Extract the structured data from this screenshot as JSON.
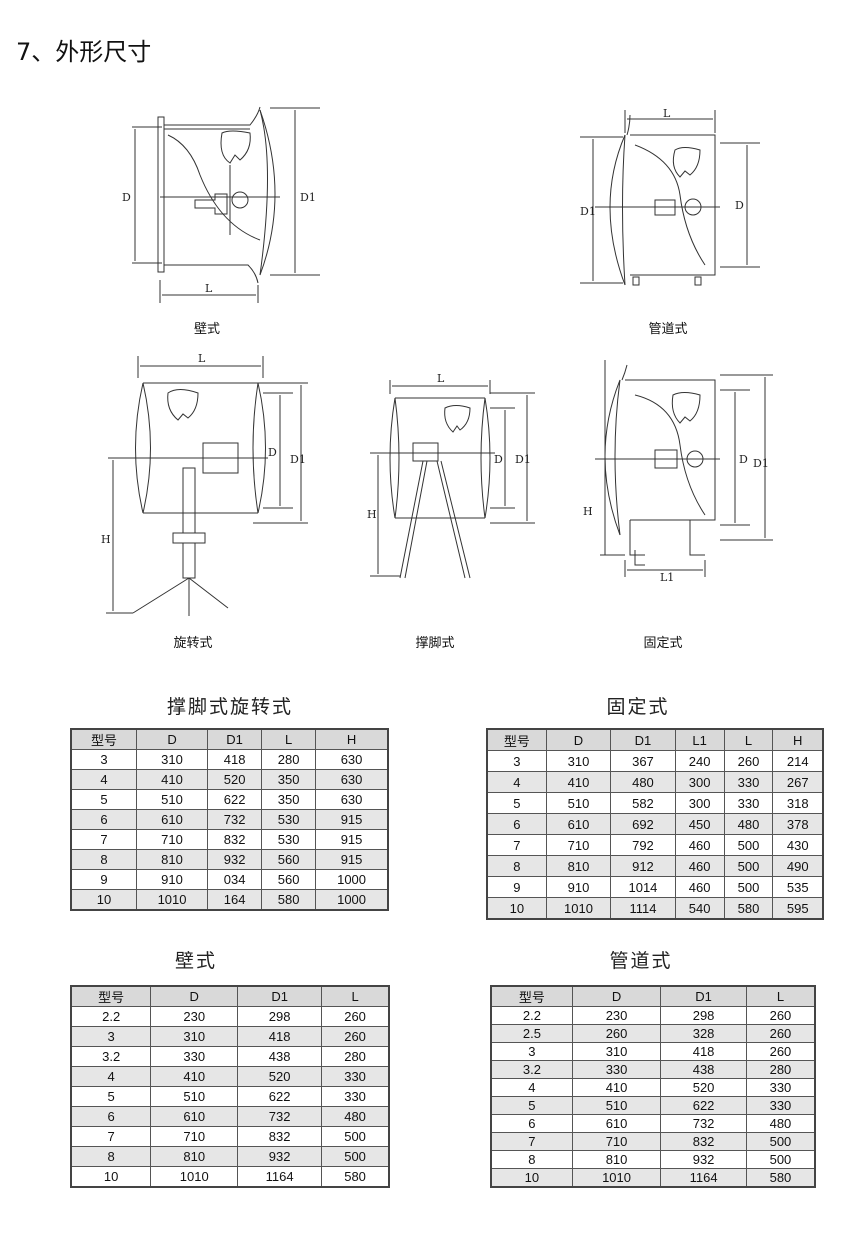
{
  "page_title": "7、外形尺寸",
  "diagrams": {
    "wall": {
      "caption": "壁式",
      "labels": {
        "d": "D",
        "d1": "D1",
        "l": "L"
      }
    },
    "duct": {
      "caption": "管道式",
      "labels": {
        "d": "D",
        "d1": "D1",
        "l": "L"
      }
    },
    "rotary": {
      "caption": "旋转式",
      "labels": {
        "d": "D",
        "d1": "D1",
        "l": "L",
        "h": "H"
      }
    },
    "stand": {
      "caption": "撑脚式",
      "labels": {
        "d": "D",
        "d1": "D1",
        "l": "L",
        "h": "H"
      }
    },
    "fixed": {
      "caption": "固定式",
      "labels": {
        "d": "D",
        "d1": "D1",
        "l1": "L1",
        "h": "H"
      }
    }
  },
  "tables": {
    "stand_rotary": {
      "title": "撑脚式旋转式",
      "headers": [
        "型号",
        "D",
        "D1",
        "L",
        "H"
      ],
      "rows": [
        [
          "3",
          "310",
          "418",
          "280",
          "630"
        ],
        [
          "4",
          "410",
          "520",
          "350",
          "630"
        ],
        [
          "5",
          "510",
          "622",
          "350",
          "630"
        ],
        [
          "6",
          "610",
          "732",
          "530",
          "915"
        ],
        [
          "7",
          "710",
          "832",
          "530",
          "915"
        ],
        [
          "8",
          "810",
          "932",
          "560",
          "915"
        ],
        [
          "9",
          "910",
          "034",
          "560",
          "1000"
        ],
        [
          "10",
          "1010",
          "164",
          "580",
          "1000"
        ]
      ]
    },
    "fixed": {
      "title": "固定式",
      "headers": [
        "型号",
        "D",
        "D1",
        "L1",
        "L",
        "H"
      ],
      "rows": [
        [
          "3",
          "310",
          "367",
          "240",
          "260",
          "214"
        ],
        [
          "4",
          "410",
          "480",
          "300",
          "330",
          "267"
        ],
        [
          "5",
          "510",
          "582",
          "300",
          "330",
          "318"
        ],
        [
          "6",
          "610",
          "692",
          "450",
          "480",
          "378"
        ],
        [
          "7",
          "710",
          "792",
          "460",
          "500",
          "430"
        ],
        [
          "8",
          "810",
          "912",
          "460",
          "500",
          "490"
        ],
        [
          "9",
          "910",
          "1014",
          "460",
          "500",
          "535"
        ],
        [
          "10",
          "1010",
          "1114",
          "540",
          "580",
          "595"
        ]
      ]
    },
    "wall": {
      "title": "壁式",
      "headers": [
        "型号",
        "D",
        "D1",
        "L"
      ],
      "rows": [
        [
          "2.2",
          "230",
          "298",
          "260"
        ],
        [
          "3",
          "310",
          "418",
          "260"
        ],
        [
          "3.2",
          "330",
          "438",
          "280"
        ],
        [
          "4",
          "410",
          "520",
          "330"
        ],
        [
          "5",
          "510",
          "622",
          "330"
        ],
        [
          "6",
          "610",
          "732",
          "480"
        ],
        [
          "7",
          "710",
          "832",
          "500"
        ],
        [
          "8",
          "810",
          "932",
          "500"
        ],
        [
          "10",
          "1010",
          "1164",
          "580"
        ]
      ]
    },
    "duct": {
      "title": "管道式",
      "headers": [
        "型号",
        "D",
        "D1",
        "L"
      ],
      "rows": [
        [
          "2.2",
          "230",
          "298",
          "260"
        ],
        [
          "2.5",
          "260",
          "328",
          "260"
        ],
        [
          "3",
          "310",
          "418",
          "260"
        ],
        [
          "3.2",
          "330",
          "438",
          "280"
        ],
        [
          "4",
          "410",
          "520",
          "330"
        ],
        [
          "5",
          "510",
          "622",
          "330"
        ],
        [
          "6",
          "610",
          "732",
          "480"
        ],
        [
          "7",
          "710",
          "832",
          "500"
        ],
        [
          "8",
          "810",
          "932",
          "500"
        ],
        [
          "10",
          "1010",
          "1164",
          "580"
        ]
      ]
    }
  }
}
